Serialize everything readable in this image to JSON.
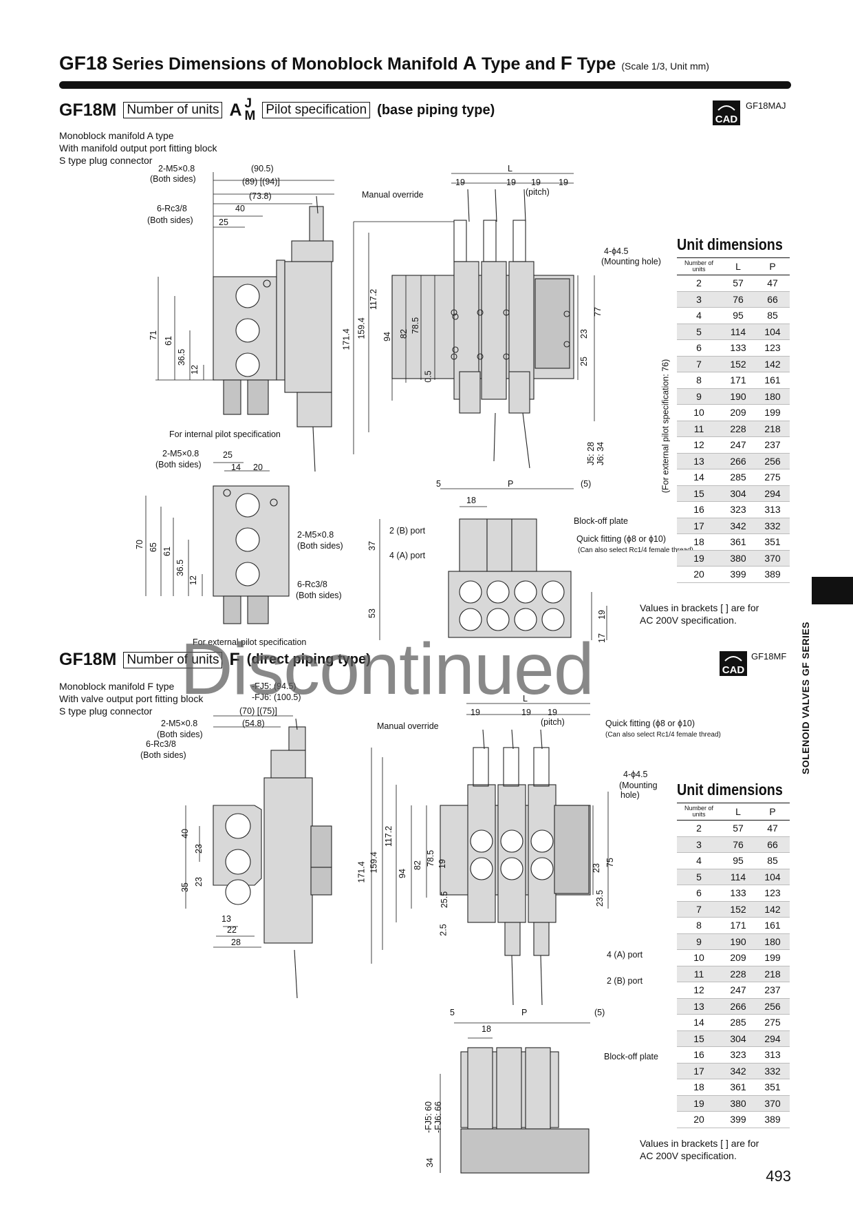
{
  "header": {
    "series": "GF18",
    "title_a": " Series Dimensions of Monoblock Manifold ",
    "type_a": "A",
    "title_b": " Type and ",
    "type_f": "F",
    "title_c": " Type",
    "scale": "(Scale 1/3, Unit mm)"
  },
  "section_a": {
    "model": "GF18M",
    "units_box": "Number of units",
    "type_letter": "A",
    "sup": "J",
    "sub": "M",
    "pilot_box": "Pilot specification",
    "piping": "(base piping type)",
    "cad_label": "GF18MAJ",
    "cad_icon": "CAD",
    "desc": [
      "Monoblock manifold A type",
      "With manifold output port fitting block",
      "S type plug connector"
    ],
    "labels": {
      "m5": "2-M5×0.8",
      "both1": "(Both sides)",
      "rc": "6-Rc3/8",
      "both2": "(Both sides)",
      "d905": "(90.5)",
      "d89": "(89) [(94)]",
      "d738": "(73.8)",
      "d40": "40",
      "d25": "25",
      "d71": "71",
      "d61": "61",
      "d365": "36.5",
      "d12": "12",
      "internal": "For internal pilot specification",
      "m5b": "2-M5×0.8",
      "bothb": "(Both sides)",
      "d25b": "25",
      "d14": "14",
      "d20": "20",
      "m5c": "2-M5×0.8",
      "bothc": "(Both sides)",
      "rcc": "6-Rc3/8",
      "bothd": "(Both sides)",
      "d70": "70",
      "d65": "65",
      "d61b": "61",
      "d365b": "36.5",
      "d12b": "12",
      "external": "For external pilot specification",
      "L": "L",
      "d19a": "19",
      "d19b": "19",
      "d19c": "19",
      "d19d": "19",
      "pitch": "(pitch)",
      "manual": "Manual override",
      "mount": "4-ϕ4.5",
      "mount2": "(Mounting hole)",
      "d1714": "171.4",
      "d1594": "159.4",
      "d1172": "117.2",
      "d94": "94",
      "d82": "82",
      "d785": "78.5",
      "d05": "0.5",
      "d23": "23",
      "d25c": "25",
      "d77": "77",
      "extpilot": "(For external pilot specification: 76)",
      "j5": "J5: 28",
      "j6": "J6: 34",
      "d5": "5",
      "P": "P",
      "d5p": "(5)",
      "d18": "18",
      "blockoff": "Block-off plate",
      "quick": "Quick fitting (ϕ8 or ϕ10)",
      "quick2": "(Can also select Rc1/4 female thread)",
      "b_port": "2 (B) port",
      "a_port": "4 (A) port",
      "d37": "37",
      "d53": "53",
      "d19e": "19",
      "d17": "17"
    }
  },
  "section_f": {
    "model": "GF18M",
    "units_box": "Number of units",
    "type_letter": "F",
    "piping": "(direct piping type)",
    "cad_label": "GF18MF",
    "cad_icon": "CAD",
    "desc": [
      "Monoblock manifold F type",
      "With valve output port fitting block",
      "S type plug connector"
    ],
    "labels": {
      "fj5": "-FJ5: (94.5)",
      "fj6": "-FJ6: (100.5)",
      "d70": "(70) [(75)]",
      "d548": "(54.8)",
      "m5": "2-M5×0.8",
      "both1": "(Both sides)",
      "rc": "6-Rc3/8",
      "both2": "(Both sides)",
      "d40": "40",
      "d23a": "23",
      "d35": "35",
      "d23b": "23",
      "d13": "13",
      "d22": "22",
      "d28": "28",
      "L": "L",
      "d19a": "19",
      "d19b": "19",
      "d19c": "19",
      "pitch": "(pitch)",
      "manual": "Manual override",
      "quick": "Quick fitting (ϕ8 or ϕ10)",
      "quick2": "(Can also select Rc1/4 female thread)",
      "mount": "4-ϕ4.5",
      "mount2": "(Mounting",
      "mount3": "hole)",
      "d1714": "171.4",
      "d1594": "159.4",
      "d1172": "117.2",
      "d94": "94",
      "d82": "82",
      "d785": "78.5",
      "d19": "19",
      "d255": "25.5",
      "d25": "2.5",
      "d23": "23",
      "d75": "75",
      "d235": "23.5",
      "a_port": "4 (A) port",
      "b_port": "2 (B) port",
      "d5": "5",
      "P": "P",
      "d5p": "(5)",
      "d18": "18",
      "blockoff": "Block-off plate",
      "fj5b": "-FJ5: 60",
      "fj6b": "-FJ6: 66",
      "d34": "34"
    }
  },
  "unit_dimensions": {
    "title": "Unit dimensions",
    "col_units": "Number of units",
    "col_L": "L",
    "col_P": "P",
    "rows": [
      [
        "2",
        "57",
        "47"
      ],
      [
        "3",
        "76",
        "66"
      ],
      [
        "4",
        "95",
        "85"
      ],
      [
        "5",
        "114",
        "104"
      ],
      [
        "6",
        "133",
        "123"
      ],
      [
        "7",
        "152",
        "142"
      ],
      [
        "8",
        "171",
        "161"
      ],
      [
        "9",
        "190",
        "180"
      ],
      [
        "10",
        "209",
        "199"
      ],
      [
        "11",
        "228",
        "218"
      ],
      [
        "12",
        "247",
        "237"
      ],
      [
        "13",
        "266",
        "256"
      ],
      [
        "14",
        "285",
        "275"
      ],
      [
        "15",
        "304",
        "294"
      ],
      [
        "16",
        "323",
        "313"
      ],
      [
        "17",
        "342",
        "332"
      ],
      [
        "18",
        "361",
        "351"
      ],
      [
        "19",
        "380",
        "370"
      ],
      [
        "20",
        "399",
        "389"
      ]
    ],
    "note": [
      "Values in brackets [  ] are for",
      "AC 200V specification."
    ]
  },
  "side_tab": "SOLENOID VALVES GF SERIES",
  "watermark": "Discontinued",
  "page_number": "493"
}
